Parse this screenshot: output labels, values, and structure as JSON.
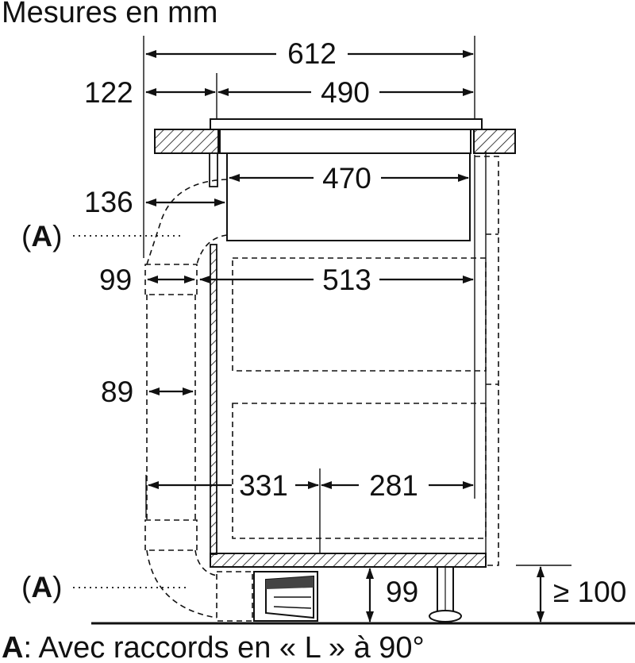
{
  "title": "Mesures en mm",
  "footnote": {
    "key": "A",
    "text": ": Avec raccords en « L » à 90°"
  },
  "callout_a": {
    "open": "(",
    "key": "A",
    "close": ")"
  },
  "dimensions": {
    "d612": "612",
    "d122": "122",
    "d490": "490",
    "d470": "470",
    "d136": "136",
    "d99_top": "99",
    "d513": "513",
    "d89": "89",
    "d331": "331",
    "d281": "281",
    "d99_bottom": "99",
    "d100": "≥ 100"
  }
}
